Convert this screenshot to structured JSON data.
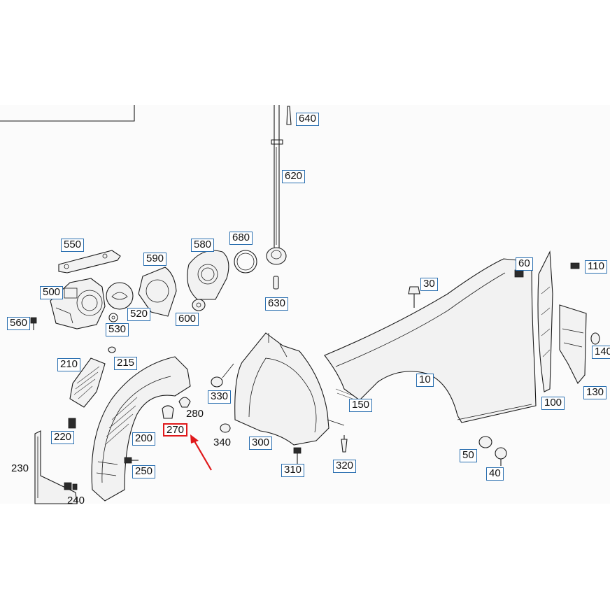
{
  "colors": {
    "callout_border": "#2a6fb0",
    "highlight_border": "#e0191b",
    "arrow": "#e0191b",
    "background_band": "#fbfbfb"
  },
  "callouts": {
    "c640": "640",
    "c620": "620",
    "c680": "680",
    "c580": "580",
    "c550": "550",
    "c590": "590",
    "c500": "500",
    "c520": "520",
    "c530": "530",
    "c560": "560",
    "c600": "600",
    "c630": "630",
    "c60": "60",
    "c110": "110",
    "c30": "30",
    "c140": "140",
    "c130": "130",
    "c100": "100",
    "c10": "10",
    "c150": "150",
    "c330": "330",
    "c210": "210",
    "c215": "215",
    "c200": "200",
    "c220": "220",
    "c250": "250",
    "c300": "300",
    "c310": "310",
    "c320": "320",
    "c50": "50",
    "c40": "40",
    "c270": "270"
  },
  "plain_labels": {
    "p280": "280",
    "p340": "340",
    "p230": "230",
    "p240": "240"
  },
  "highlighted_part": "270"
}
